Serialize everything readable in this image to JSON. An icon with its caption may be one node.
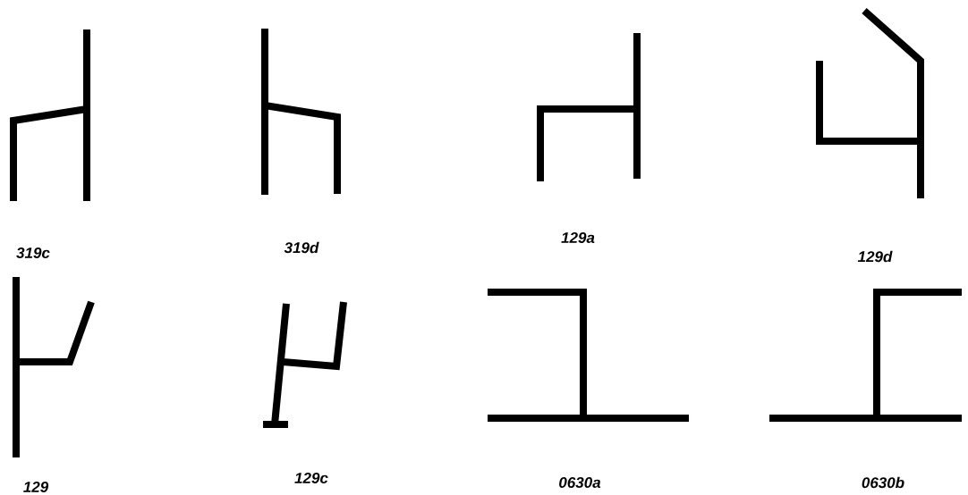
{
  "diagram": {
    "labels": [
      "319c",
      "319d",
      "129a",
      "129d",
      "129",
      "129c",
      "0630a",
      "0630b"
    ]
  }
}
